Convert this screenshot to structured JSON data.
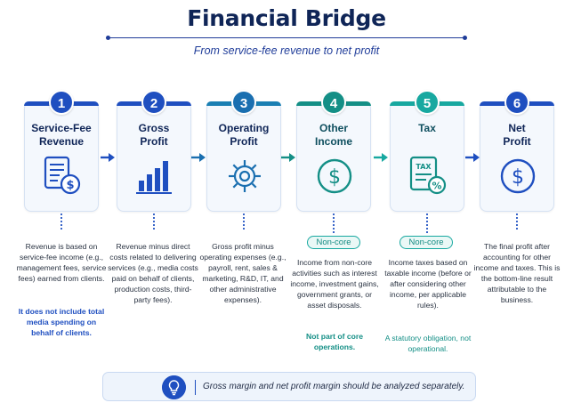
{
  "title": "Financial Bridge",
  "subtitle": "From service-fee revenue to net profit",
  "colors": {
    "blue": "#1f4fc0",
    "teal": "#148f86",
    "navy": "#0f2557"
  },
  "steps": [
    {
      "number": "1",
      "title": "Service-Fee\nRevenue",
      "icon": "document-dollar-icon",
      "description": "Revenue is based on service-fee income (e.g., management fees, service fees) earned from clients.",
      "note": "It does not include total media spending on behalf of clients."
    },
    {
      "number": "2",
      "title": "Gross\nProfit",
      "icon": "bar-chart-icon",
      "description": "Revenue minus direct costs related to delivering services (e.g., media costs paid on behalf of clients, production costs, third-party fees)."
    },
    {
      "number": "3",
      "title": "Operating\nProfit",
      "icon": "gear-icon",
      "description": "Gross profit minus operating expenses (e.g., payroll, rent, sales & marketing, R&D, IT, and other administrative expenses)."
    },
    {
      "number": "4",
      "title": "Other\nIncome",
      "icon": "dollar-circle-icon",
      "tag": "Non-core",
      "description": "Income from non-core activities such as interest income, investment gains, government grants, or asset disposals.",
      "note": "Not part of core operations."
    },
    {
      "number": "5",
      "title": "Tax",
      "icon": "tax-document-icon",
      "tag": "Non-core",
      "description": "Income taxes based on taxable income (before or after considering other income, per applicable rules).",
      "note": "A statutory obligation, not operational."
    },
    {
      "number": "6",
      "title": "Net\nProfit",
      "icon": "dollar-circle-icon",
      "description": "The final profit after accounting for other income and taxes. This is the bottom-line result attributable to the business."
    }
  ],
  "footer": {
    "icon": "lightbulb-icon",
    "text": "Gross margin and net profit margin should be analyzed separately."
  }
}
